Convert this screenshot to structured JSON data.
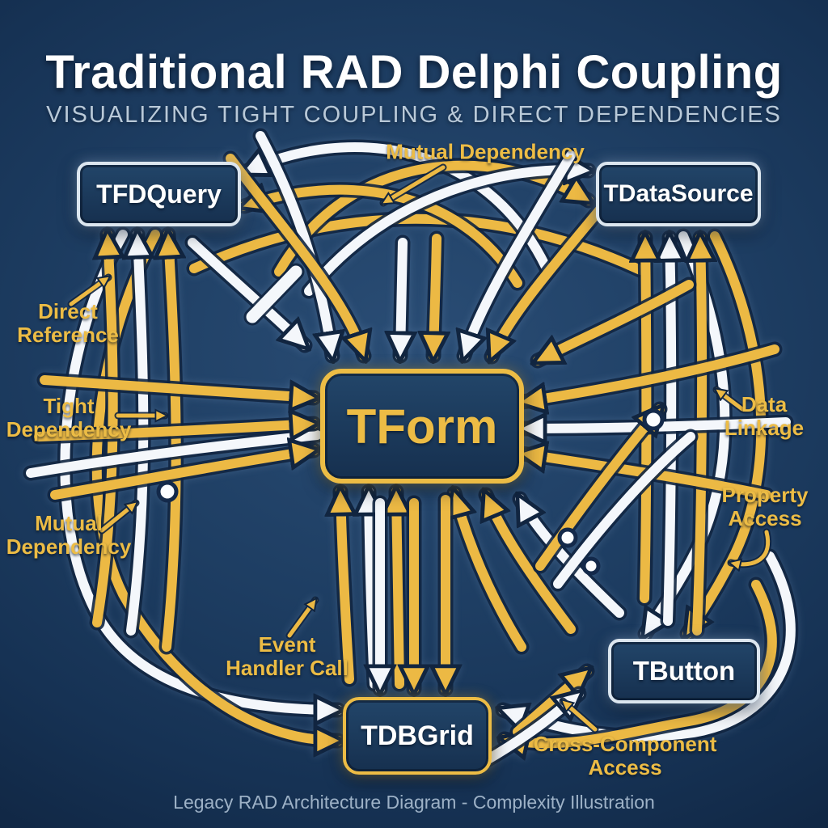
{
  "title": "Traditional RAD Delphi Coupling",
  "subtitle": "VISUALIZING TIGHT COUPLING & DIRECT DEPENDENCIES",
  "footer": "Legacy RAD Architecture Diagram - Complexity Illustration",
  "nodes": {
    "tfdquery": {
      "label": "TFDQuery"
    },
    "tdatasource": {
      "label": "TDataSource"
    },
    "tform": {
      "label": "TForm"
    },
    "tbutton": {
      "label": "TButton"
    },
    "tdbgrid": {
      "label": "TDBGrid"
    }
  },
  "annotations": {
    "mutual_dependency_top": {
      "label": "Mutual Dependency"
    },
    "direct_reference": {
      "label": "Direct\nReference"
    },
    "tight_dependency": {
      "label": "Tight\nDependency"
    },
    "mutual_dependency_left": {
      "label": "Mutual\nDependency"
    },
    "data_linkage": {
      "label": "Data\nLinkage"
    },
    "property_access": {
      "label": "Property\nAccess"
    },
    "event_handler_call": {
      "label": "Event\nHandler Call"
    },
    "cross_component_access": {
      "label": "Cross-Component\nAccess"
    }
  },
  "colors": {
    "background": "#1c3a5e",
    "arrow_gold": "#ecb944",
    "arrow_white": "#f4f7fb",
    "label_gold": "#ecbc45",
    "box_border_light": "#dce6ef",
    "box_border_gold": "#ecbc45",
    "title": "#ffffff",
    "subtitle": "#b9c9d8",
    "footer": "#9db1c6"
  }
}
